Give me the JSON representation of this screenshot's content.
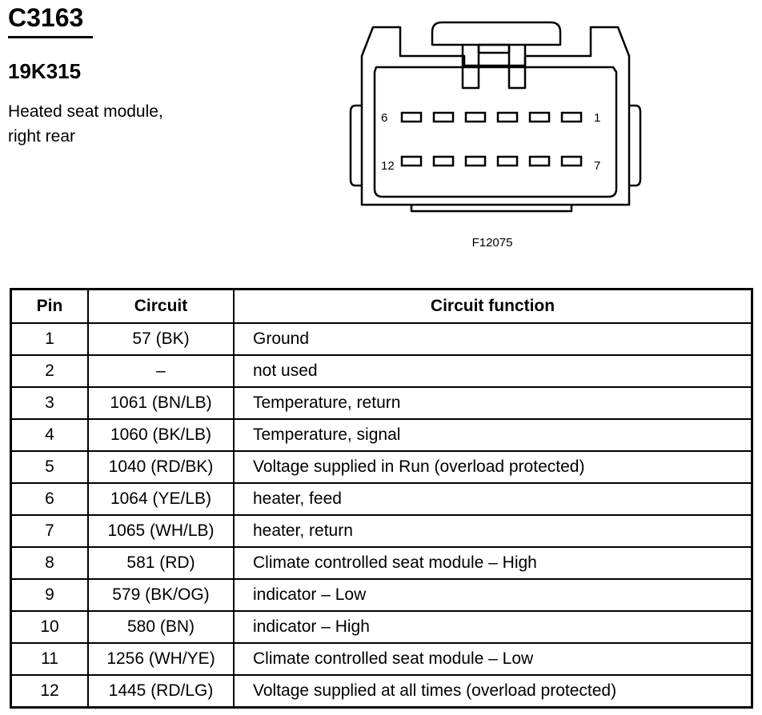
{
  "header": {
    "connector_id": "C3163",
    "part_number": "19K315",
    "description": "Heated seat module, right rear"
  },
  "diagram": {
    "figure_id": "F12075",
    "top_row_left_label": "6",
    "top_row_right_label": "1",
    "bottom_row_left_label": "12",
    "bottom_row_right_label": "7"
  },
  "table": {
    "columns": [
      "Pin",
      "Circuit",
      "Circuit function"
    ],
    "rows": [
      {
        "pin": "1",
        "circuit": "57 (BK)",
        "function": "Ground"
      },
      {
        "pin": "2",
        "circuit": "–",
        "function": "not used"
      },
      {
        "pin": "3",
        "circuit": "1061 (BN/LB)",
        "function": "Temperature, return"
      },
      {
        "pin": "4",
        "circuit": "1060 (BK/LB)",
        "function": "Temperature, signal"
      },
      {
        "pin": "5",
        "circuit": "1040 (RD/BK)",
        "function": "Voltage supplied in Run (overload protected)"
      },
      {
        "pin": "6",
        "circuit": "1064 (YE/LB)",
        "function": "heater, feed"
      },
      {
        "pin": "7",
        "circuit": "1065 (WH/LB)",
        "function": "heater, return"
      },
      {
        "pin": "8",
        "circuit": "581 (RD)",
        "function": "Climate controlled seat module – High"
      },
      {
        "pin": "9",
        "circuit": "579 (BK/OG)",
        "function": "indicator – Low"
      },
      {
        "pin": "10",
        "circuit": "580 (BN)",
        "function": "indicator – High"
      },
      {
        "pin": "11",
        "circuit": "1256 (WH/YE)",
        "function": "Climate controlled seat module – Low"
      },
      {
        "pin": "12",
        "circuit": "1445 (RD/LG)",
        "function": "Voltage supplied at all times (overload protected)"
      }
    ]
  }
}
